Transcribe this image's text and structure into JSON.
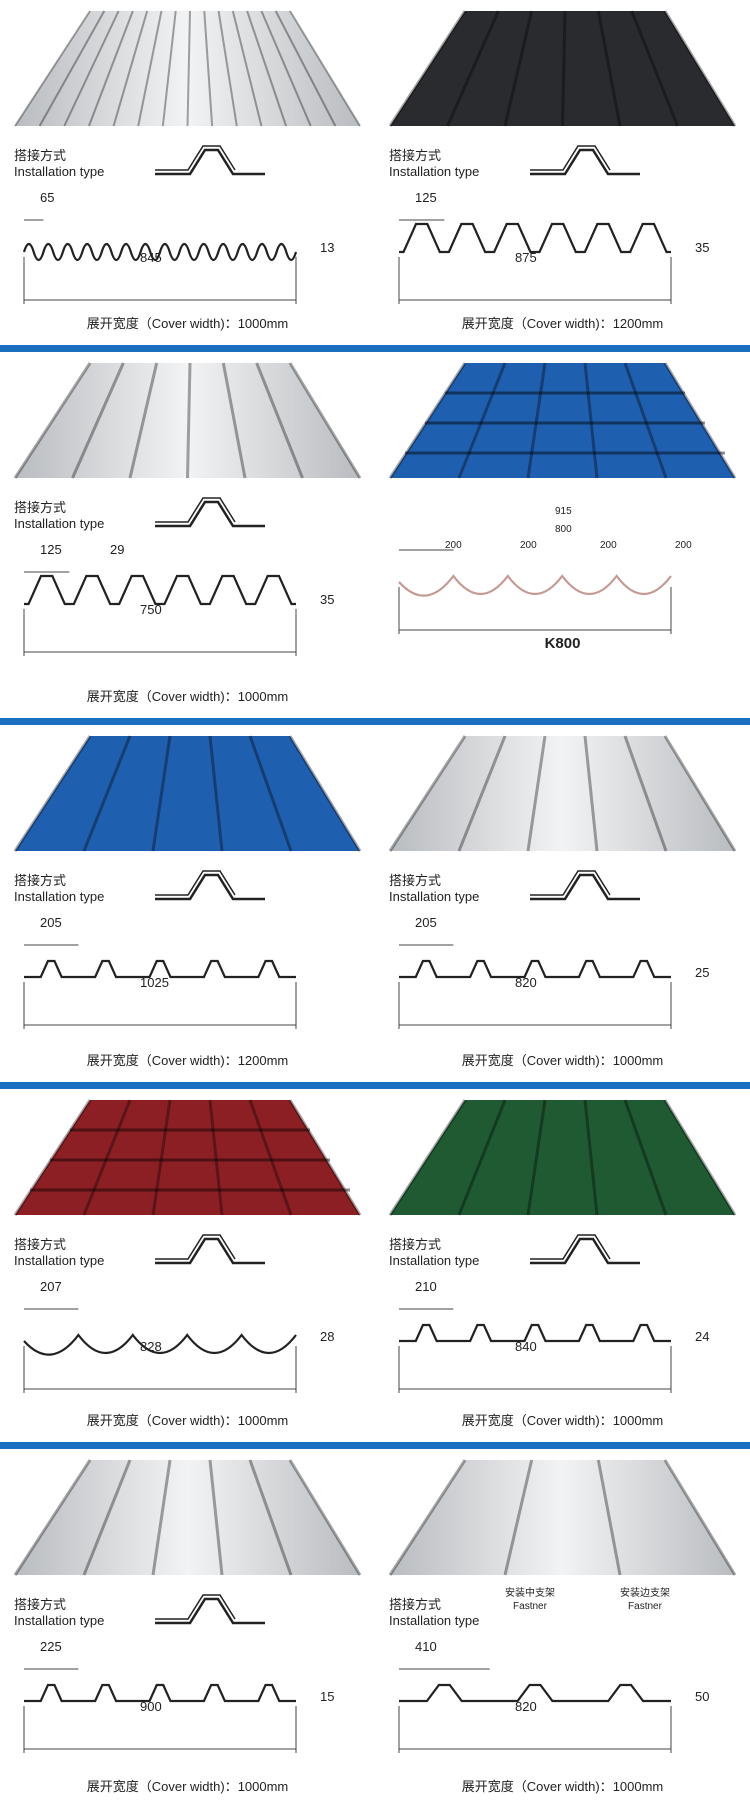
{
  "labels": {
    "install_cn": "搭接方式",
    "install_en": "Installation type",
    "cover_prefix": "展开宽度（Cover width)：",
    "fastner": "Fastner",
    "fastner_mid_cn": "安装中支架",
    "fastner_edge_cn": "安装边支架"
  },
  "colors": {
    "separator": "#1a6fc0",
    "silver": "#b9bcc0",
    "black": "#2a2b2e",
    "blue": "#1f5fb0",
    "red": "#8c1f24",
    "green": "#1f5a32",
    "tile_profile": "#c49a94"
  },
  "panels": [
    {
      "color": "silver",
      "profile": "corrugated",
      "dims": [
        "65",
        "845",
        "13"
      ],
      "cover": "1000mm"
    },
    {
      "color": "black",
      "profile": "trapezoid",
      "dims": [
        "125",
        "875",
        "35"
      ],
      "cover": "1200mm"
    },
    {
      "color": "silver",
      "profile": "trapezoid",
      "dims": [
        "125",
        "29",
        "750",
        "35"
      ],
      "cover": "1000mm"
    },
    {
      "color": "blue",
      "profile": "tile",
      "dims": [
        "915",
        "800",
        "200",
        "200",
        "200",
        "200"
      ],
      "model": "K800"
    },
    {
      "color": "blue",
      "profile": "trapezoid-rib",
      "dims": [
        "205",
        "1025"
      ],
      "cover": "1200mm"
    },
    {
      "color": "silver",
      "profile": "trapezoid-rib",
      "dims": [
        "205",
        "820",
        "25"
      ],
      "cover": "1000mm"
    },
    {
      "color": "red",
      "profile": "tile",
      "dims": [
        "207",
        "828",
        "28"
      ],
      "cover": "1000mm"
    },
    {
      "color": "green",
      "profile": "trapezoid-rib",
      "dims": [
        "210",
        "840",
        "24"
      ],
      "cover": "1000mm"
    },
    {
      "color": "silver",
      "profile": "trapezoid-rib",
      "dims": [
        "225",
        "900",
        "15"
      ],
      "cover": "1000mm"
    },
    {
      "color": "silver",
      "profile": "standing-seam",
      "dims": [
        "410",
        "820",
        "50"
      ],
      "cover": "1000mm"
    }
  ]
}
